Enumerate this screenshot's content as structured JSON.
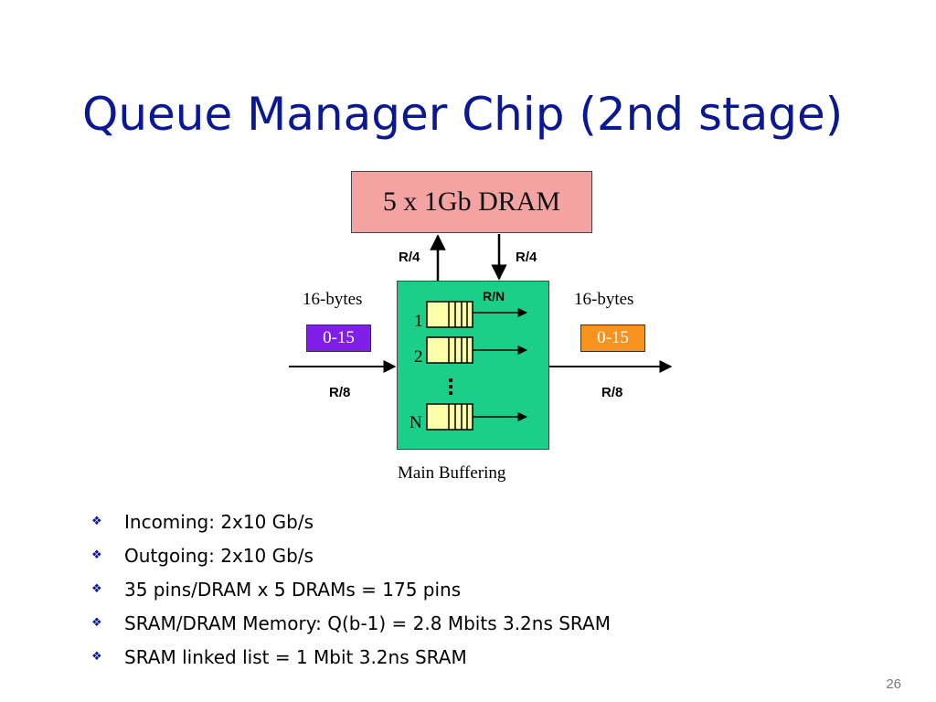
{
  "title": "Queue Manager Chip (2nd stage)",
  "diagram": {
    "dram_label": "5 x 1Gb DRAM",
    "dram_read_rate": "R/4",
    "dram_write_rate": "R/4",
    "buffer_label": "Main Buffering",
    "buffer_rate": "R/N",
    "queue_labels": [
      "1",
      "2",
      "N"
    ],
    "input": {
      "size_label": "16-bytes",
      "range": "0-15",
      "rate": "R/8",
      "color": "#7e1ee6"
    },
    "output": {
      "size_label": "16-bytes",
      "range": "0-15",
      "rate": "R/8",
      "color": "#f7931e"
    },
    "colors": {
      "dram_fill": "#f4a3a3",
      "buffer_fill": "#1ccf89",
      "queue_cell": "#ffffaa",
      "title": "#0b1893"
    }
  },
  "bullets": [
    "Incoming: 2x10 Gb/s",
    "Outgoing: 2x10 Gb/s",
    "35 pins/DRAM x 5 DRAMs = 175 pins",
    "SRAM/DRAM Memory: Q(b-1) = 2.8 Mbits 3.2ns SRAM",
    "SRAM linked list = 1 Mbit 3.2ns SRAM"
  ],
  "page_number": "26"
}
